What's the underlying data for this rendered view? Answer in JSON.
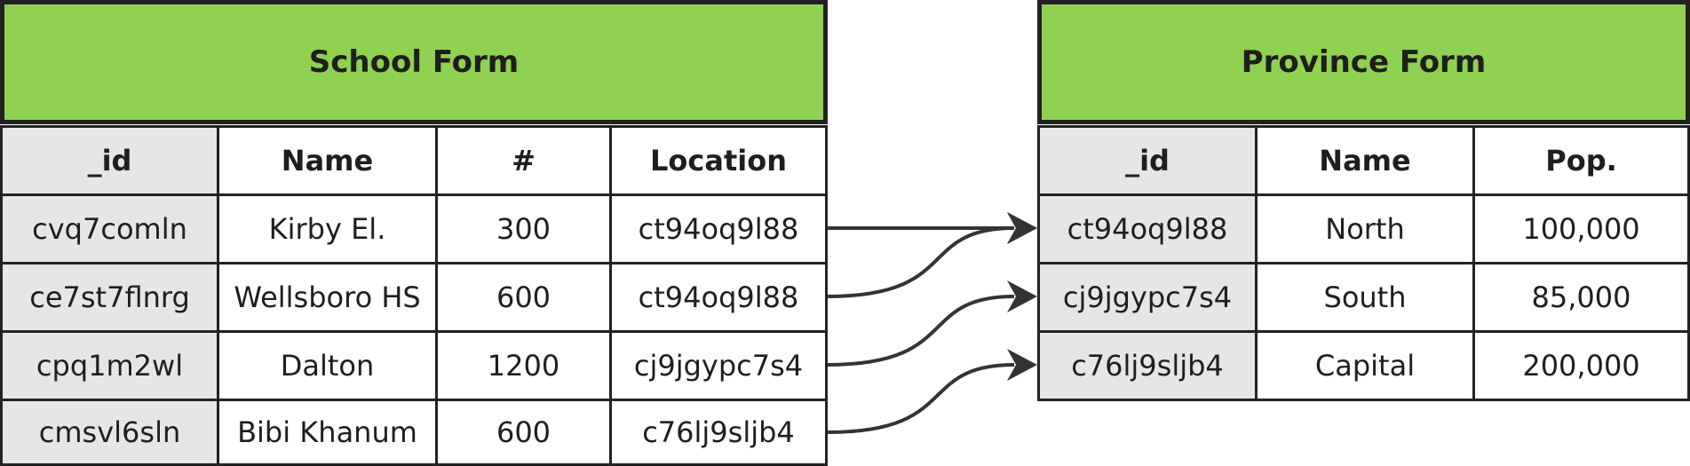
{
  "school": {
    "title": "School Form",
    "headers": [
      "_id",
      "Name",
      "#",
      "Location"
    ],
    "rows": [
      [
        "cvq7comln",
        "Kirby El.",
        "300",
        "ct94oq9l88"
      ],
      [
        "ce7st7flnrg",
        "Wellsboro HS",
        "600",
        "ct94oq9l88"
      ],
      [
        "cpq1m2wl",
        "Dalton",
        "1200",
        "cj9jgypc7s4"
      ],
      [
        "cmsvl6sln",
        "Bibi Khanum",
        "600",
        "c76lj9sljb4"
      ]
    ]
  },
  "province": {
    "title": "Province Form",
    "headers": [
      "_id",
      "Name",
      "Pop."
    ],
    "rows": [
      [
        "ct94oq9l88",
        "North",
        "100,000"
      ],
      [
        "cj9jgypc7s4",
        "South",
        "85,000"
      ],
      [
        "c76lj9sljb4",
        "Capital",
        "200,000"
      ]
    ]
  },
  "links": [
    {
      "from_row": 0,
      "to_row": 0
    },
    {
      "from_row": 1,
      "to_row": 0
    },
    {
      "from_row": 2,
      "to_row": 1
    },
    {
      "from_row": 3,
      "to_row": 2
    }
  ],
  "colors": {
    "title_bg": "#8fd150",
    "id_bg": "#e6e6e6",
    "border": "#222222",
    "arrow": "#333333"
  }
}
